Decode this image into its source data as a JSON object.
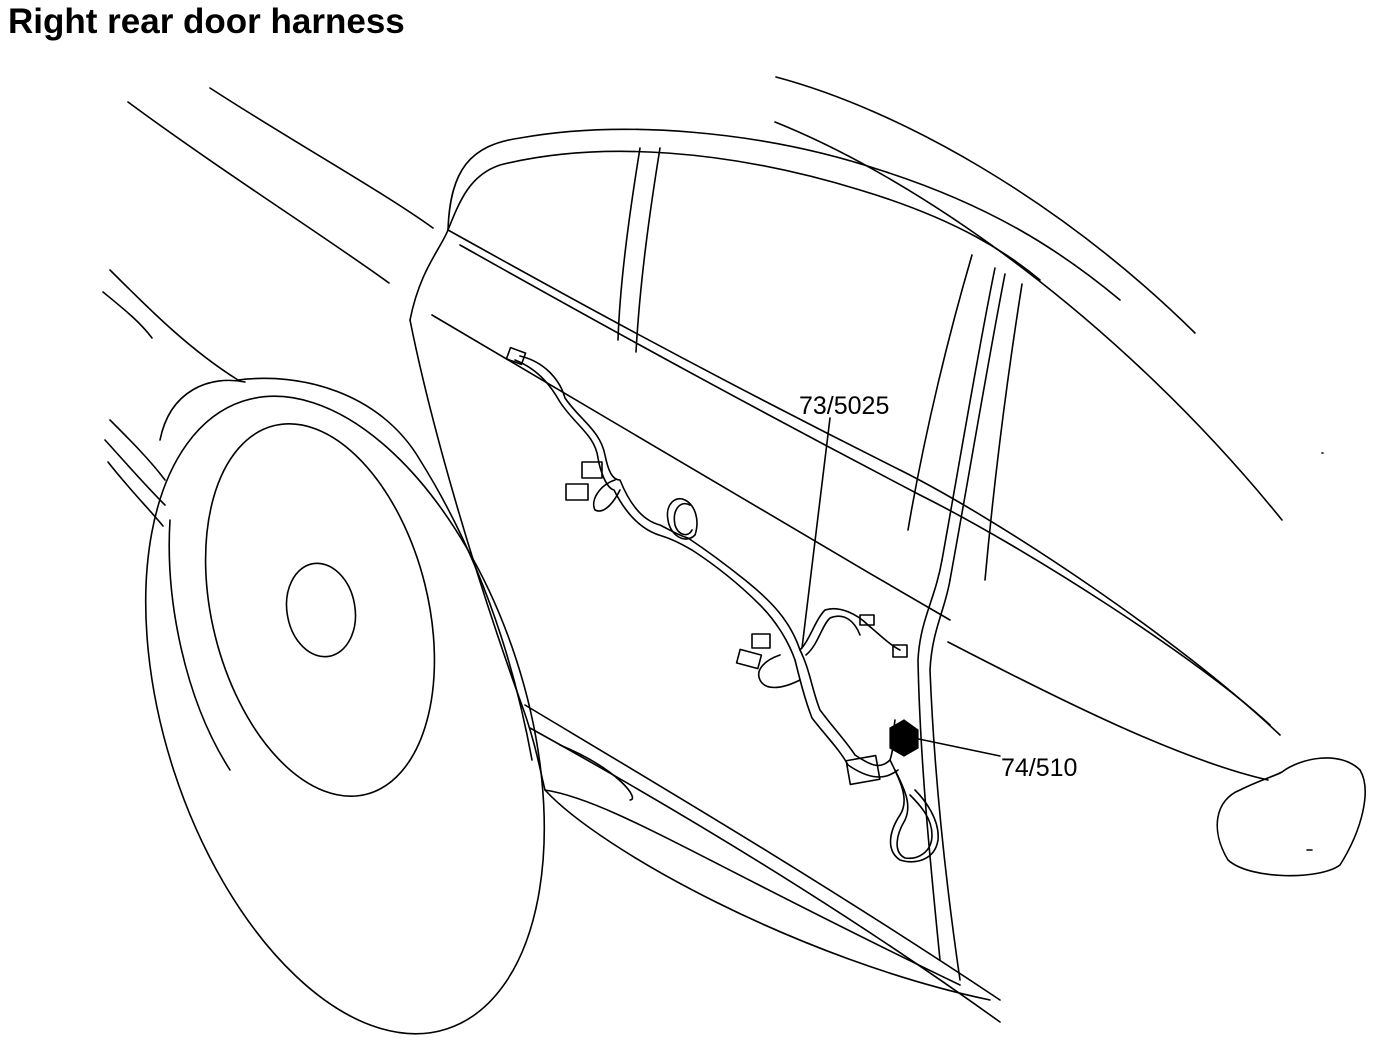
{
  "title": "Right rear door harness",
  "callouts": [
    {
      "label": "73/5025"
    },
    {
      "label": "74/510"
    }
  ],
  "colors": {
    "line": "#000000",
    "background": "#ffffff",
    "connector_fill": "#000000"
  }
}
